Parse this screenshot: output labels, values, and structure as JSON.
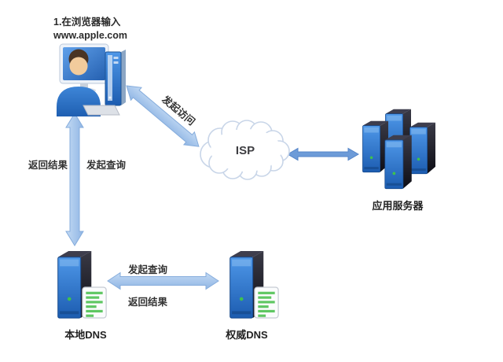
{
  "diagram": {
    "title_line1": "1.在浏览器输入",
    "title_line2": "www.apple.com",
    "isp_label": "ISP",
    "app_server_label": "应用服务器",
    "local_dns_label": "本地DNS",
    "auth_dns_label": "权威DNS",
    "edge_user_isp_label": "发起访问",
    "edge_user_dns_left_label": "返回结果",
    "edge_user_dns_right_label": "发起查询",
    "edge_dns_top_label": "发起查询",
    "edge_dns_bottom_label": "返回结果",
    "colors": {
      "arrow_fill_light": "#C3DAF4",
      "arrow_fill_dark": "#8FB5E4",
      "arrow_stroke": "#85ACDC",
      "slim_arrow": "#6D9BD8",
      "cloud_stroke": "#C8D5E8",
      "server_front_blue": "#2F77CF",
      "doc_line_green": "#5FC763",
      "text": "#333333"
    }
  }
}
